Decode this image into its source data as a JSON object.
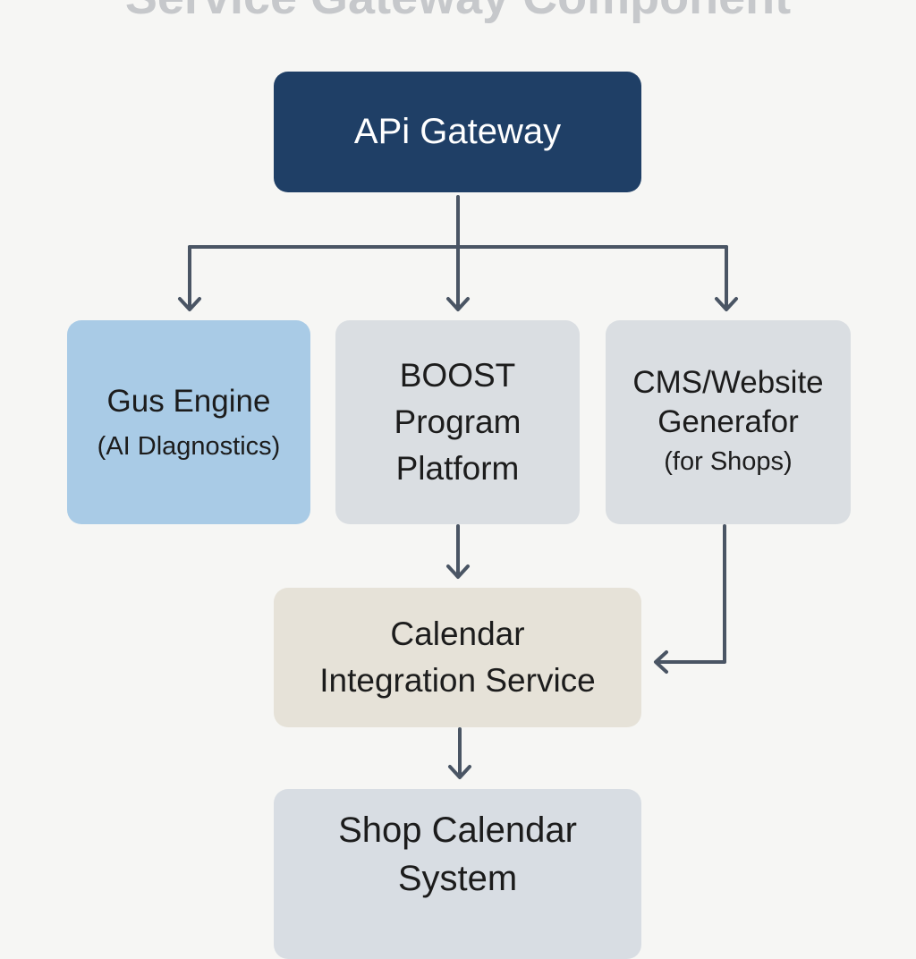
{
  "title": "Service Gateway Component",
  "colors": {
    "gateway": "#1f3f66",
    "ai_box": "#a9cbe6",
    "service_box": "#dadee2",
    "integration_box": "#e6e2d8",
    "calendar_box": "#d8dde3",
    "connector": "#4a5564",
    "background": "#f6f6f4"
  },
  "nodes": {
    "api_gateway": "APi Gateway",
    "gus_engine": {
      "line1": "Gus Engine",
      "line2": "(AI Dlagnostics)"
    },
    "boost": {
      "line1": "BOOST",
      "line2": "Program",
      "line3": "Platform"
    },
    "cms": {
      "line1": "CMS/Website",
      "line2": "Generafor",
      "line3": "(for Shops)"
    },
    "calendar_service": {
      "line1": "Calendar",
      "line2": "Integration Service"
    },
    "shop_calendar": {
      "line1": "Shop Calendar",
      "line2": "System"
    }
  },
  "edges": [
    {
      "from": "api_gateway",
      "to": "gus_engine"
    },
    {
      "from": "api_gateway",
      "to": "boost"
    },
    {
      "from": "api_gateway",
      "to": "cms"
    },
    {
      "from": "boost",
      "to": "calendar_service"
    },
    {
      "from": "cms",
      "to": "calendar_service"
    },
    {
      "from": "calendar_service",
      "to": "shop_calendar"
    }
  ]
}
